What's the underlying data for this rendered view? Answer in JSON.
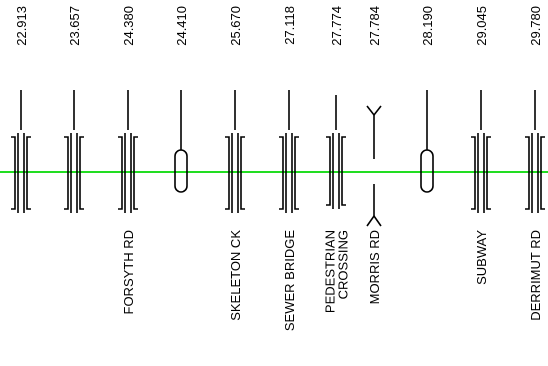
{
  "colors": {
    "track": "#22dd22",
    "ink": "#000000",
    "background": "#ffffff"
  },
  "structures": [
    {
      "km": "22.913",
      "kind": "bridge",
      "name": []
    },
    {
      "km": "23.657",
      "kind": "bridge",
      "name": []
    },
    {
      "km": "24.380",
      "kind": "bridge",
      "name": [
        "FORSYTH RD"
      ]
    },
    {
      "km": "24.410",
      "kind": "culvert",
      "name": []
    },
    {
      "km": "25.670",
      "kind": "bridge",
      "name": [
        "SKELETON CK"
      ]
    },
    {
      "km": "27.118",
      "kind": "bridge",
      "name": [
        "SEWER BRIDGE"
      ]
    },
    {
      "km": "27.774",
      "kind": "bridge-short",
      "name": [
        "PEDESTRIAN",
        "CROSSING"
      ]
    },
    {
      "km": "27.784",
      "kind": "level-crossing",
      "name": [
        "MORRIS RD"
      ]
    },
    {
      "km": "28.190",
      "kind": "culvert",
      "name": []
    },
    {
      "km": "29.045",
      "kind": "bridge",
      "name": [
        "SUBWAY"
      ]
    },
    {
      "km": "29.780",
      "kind": "bridge",
      "name": [
        "DERRIMUT RD"
      ]
    }
  ]
}
